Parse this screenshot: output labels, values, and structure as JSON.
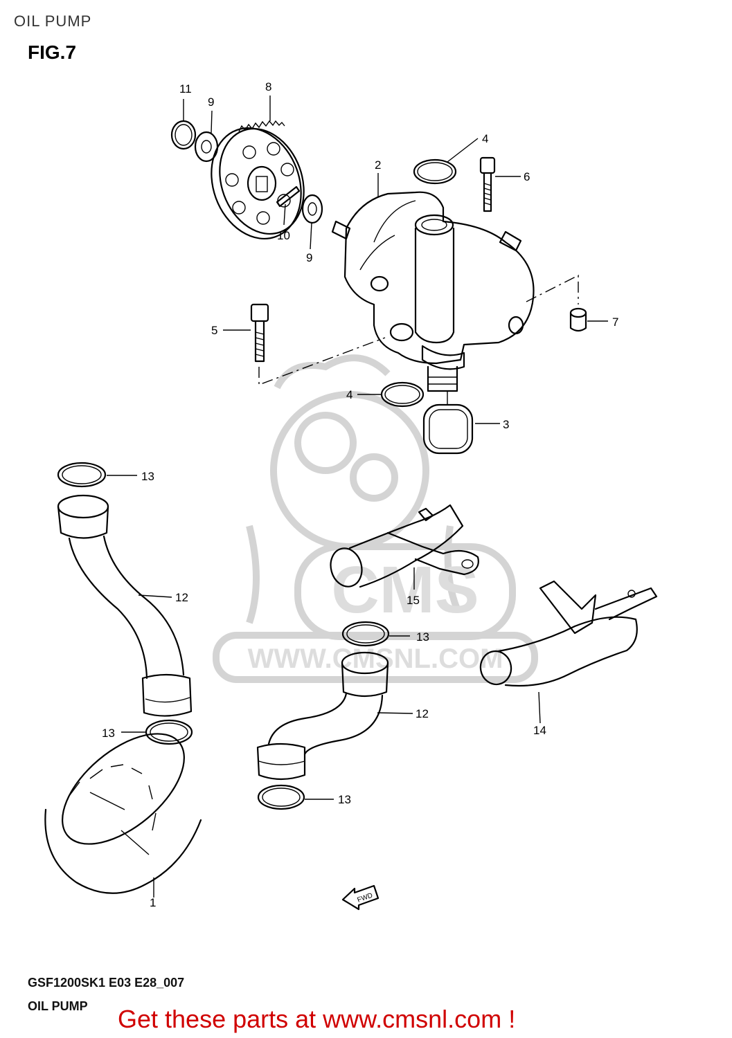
{
  "page_title": "OIL PUMP",
  "figure_label": "FIG.7",
  "watermark": {
    "text": "WWW.CMSNL.COM",
    "logo_text": "CMS"
  },
  "fwd_label": "FWD",
  "callouts": {
    "c1": "1",
    "c2": "2",
    "c3": "3",
    "c4a": "4",
    "c4b": "4",
    "c5": "5",
    "c6": "6",
    "c7": "7",
    "c8": "8",
    "c9a": "9",
    "c9b": "9",
    "c10": "10",
    "c11": "11",
    "c12a": "12",
    "c12b": "12",
    "c13a": "13",
    "c13b": "13",
    "c13c": "13",
    "c13d": "13",
    "c14": "14",
    "c15": "15"
  },
  "footer": {
    "model_code": "GSF1200SK1 E03 E28_007",
    "name": "OIL PUMP",
    "promo": "Get these parts at www.cmsnl.com !"
  },
  "colors": {
    "promo": "#d00000",
    "watermark": "#d4d4d4",
    "line": "#000000"
  }
}
